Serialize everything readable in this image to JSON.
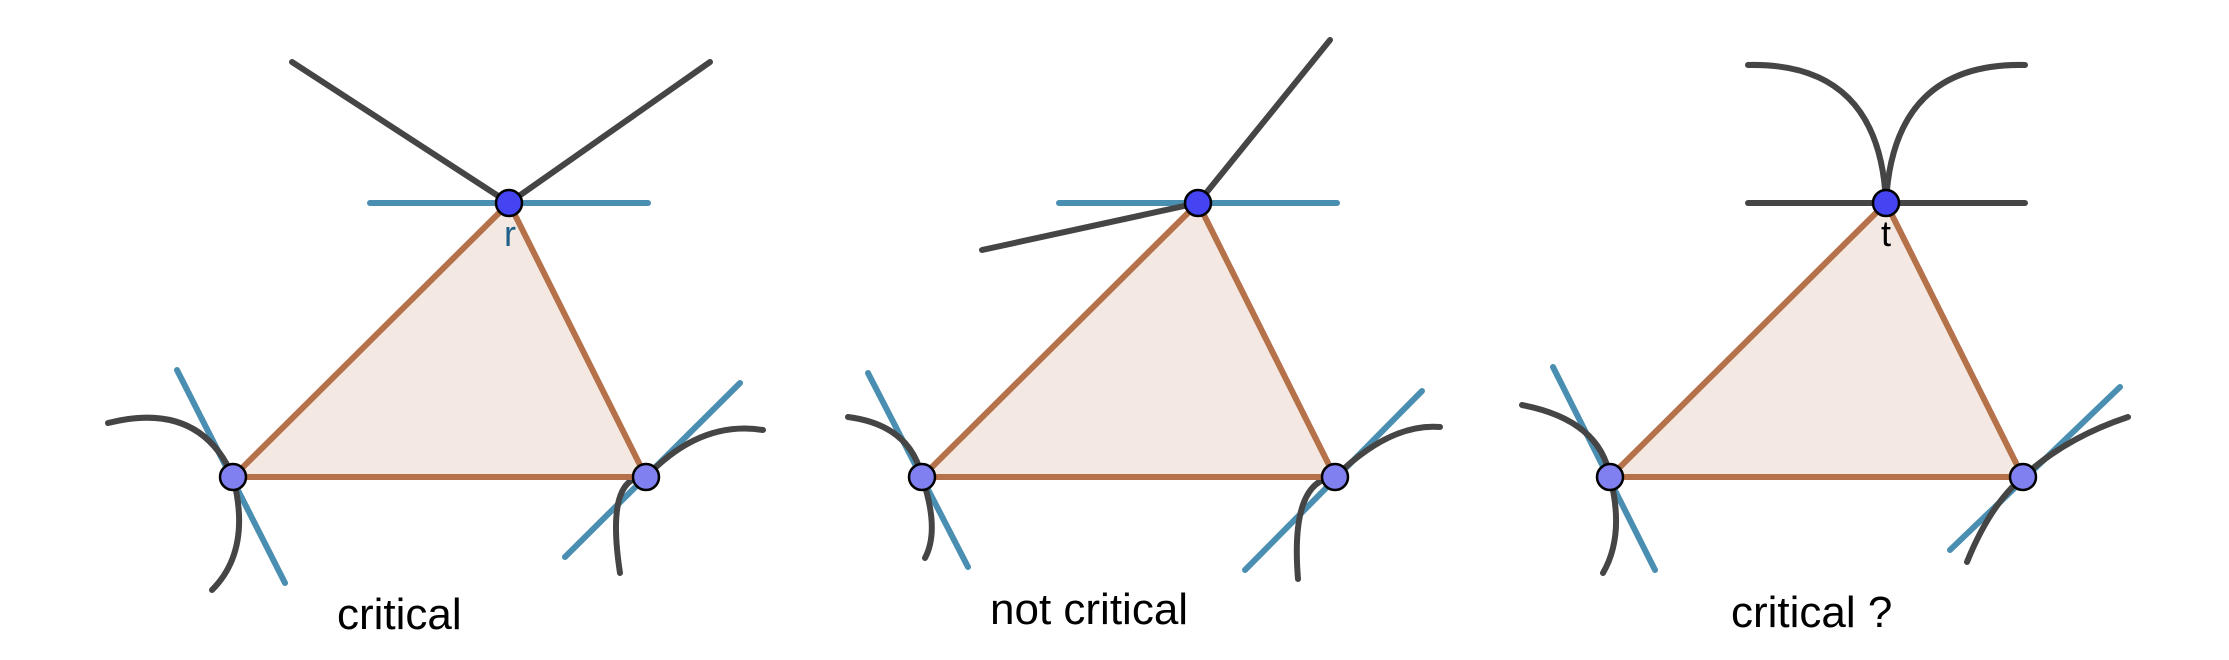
{
  "colors": {
    "triangle_fill": "#f4e9e2",
    "triangle_edge": "#b5714a",
    "tangent_line": "#4a8fb1",
    "curve": "#454545",
    "vertex_point": "#8080f0",
    "apex_point": "#4444f2"
  },
  "panels": [
    {
      "caption": "critical",
      "apex_label": "r"
    },
    {
      "caption": "not critical",
      "apex_label": ""
    },
    {
      "caption": "critical ?",
      "apex_label": "t"
    }
  ]
}
